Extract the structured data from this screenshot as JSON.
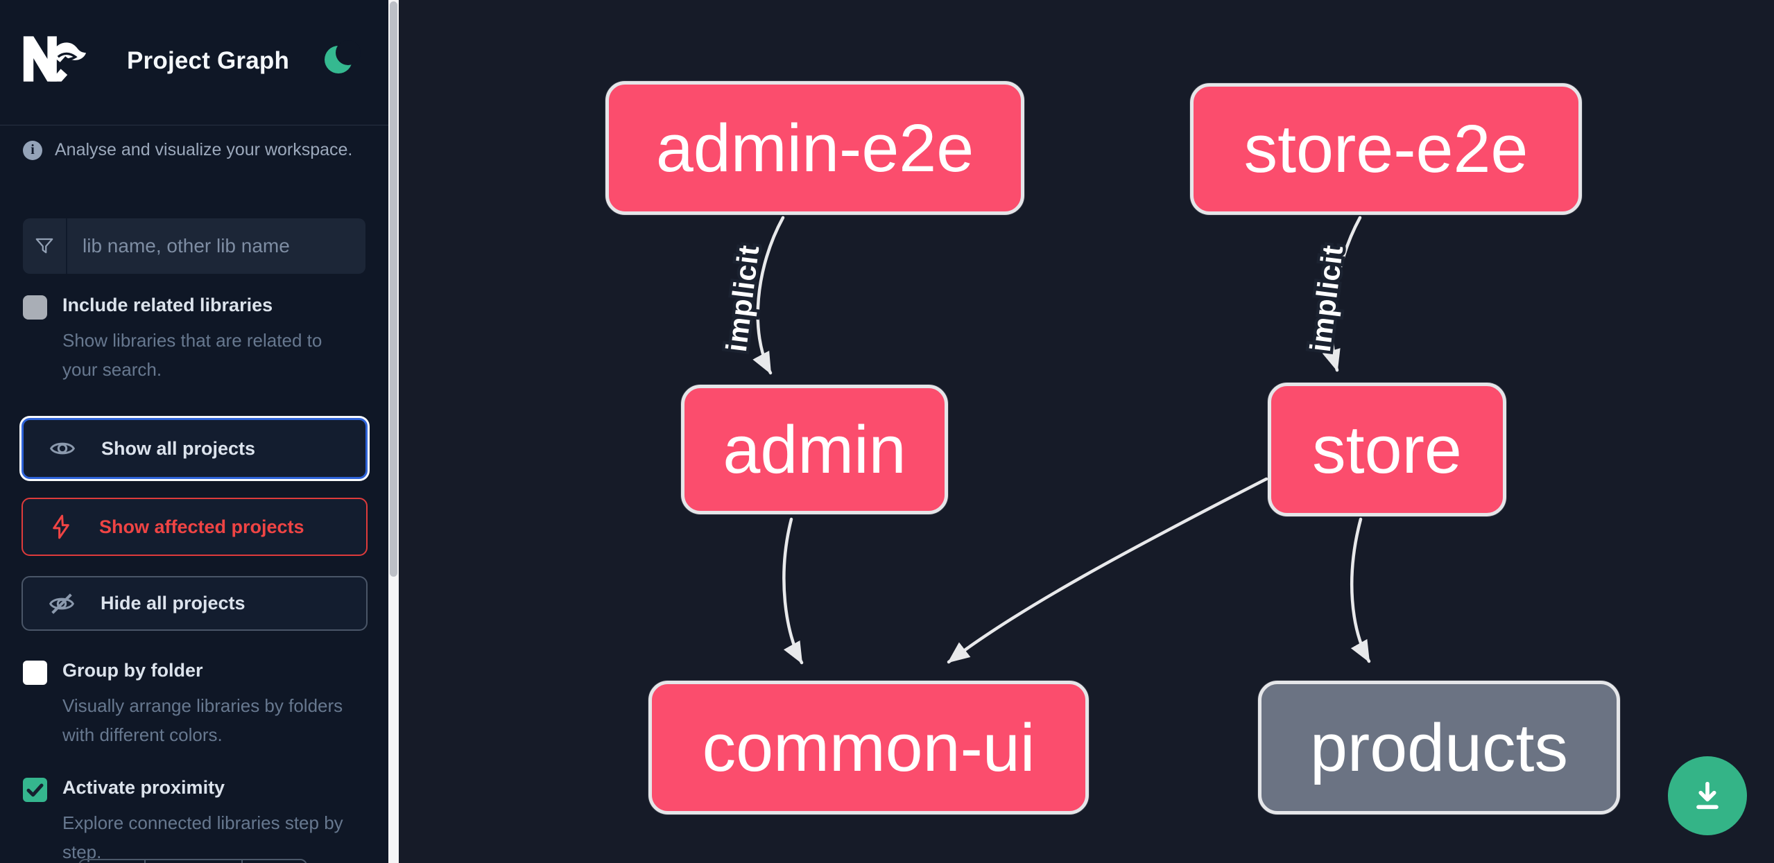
{
  "header": {
    "title": "Project Graph",
    "logo": "nx-logo",
    "theme_toggle_icon": "moon-icon"
  },
  "sidebar": {
    "info_text": "Analyse and visualize your workspace.",
    "search": {
      "placeholder": "lib name, other lib name",
      "icon": "filter-funnel-icon"
    },
    "checkboxes": [
      {
        "label": "Include related libraries",
        "description": "Show libraries that are related to your search.",
        "checked": false
      },
      {
        "label": "Group by folder",
        "description": "Visually arrange libraries by folders with different colors.",
        "checked": false
      },
      {
        "label": "Activate proximity",
        "description": "Explore connected libraries step by step.",
        "checked": true
      }
    ],
    "buttons": [
      {
        "label": "Show all projects",
        "icon": "eye-icon",
        "state": "focused"
      },
      {
        "label": "Show affected projects",
        "icon": "lightning-icon",
        "state": "normal"
      },
      {
        "label": "Hide all projects",
        "icon": "eye-off-icon",
        "state": "normal"
      }
    ]
  },
  "graph": {
    "nodes": [
      {
        "label": "admin-e2e",
        "type": "affected"
      },
      {
        "label": "store-e2e",
        "type": "affected"
      },
      {
        "label": "admin",
        "type": "affected"
      },
      {
        "label": "store",
        "type": "affected"
      },
      {
        "label": "common-ui",
        "type": "affected"
      },
      {
        "label": "products",
        "type": "plain"
      }
    ],
    "edges": [
      {
        "from": "admin-e2e",
        "to": "admin",
        "label": "implicit"
      },
      {
        "from": "store-e2e",
        "to": "store",
        "label": "implicit"
      },
      {
        "from": "admin",
        "to": "common-ui",
        "label": ""
      },
      {
        "from": "store",
        "to": "common-ui",
        "label": ""
      },
      {
        "from": "store",
        "to": "products",
        "label": ""
      }
    ]
  },
  "floating": {
    "download_icon": "download-icon"
  },
  "colors": {
    "sidebar_bg": "#0f1726",
    "canvas_bg": "#161b28",
    "affected_node": "#fb4d6d",
    "plain_node": "#6b7383",
    "node_border": "#e5e6e9",
    "edge": "#e8e9eb",
    "accent_green": "#35b990",
    "accent_blue": "#2e63d9",
    "accent_red": "#ef4444",
    "download_button": "#34b487"
  }
}
